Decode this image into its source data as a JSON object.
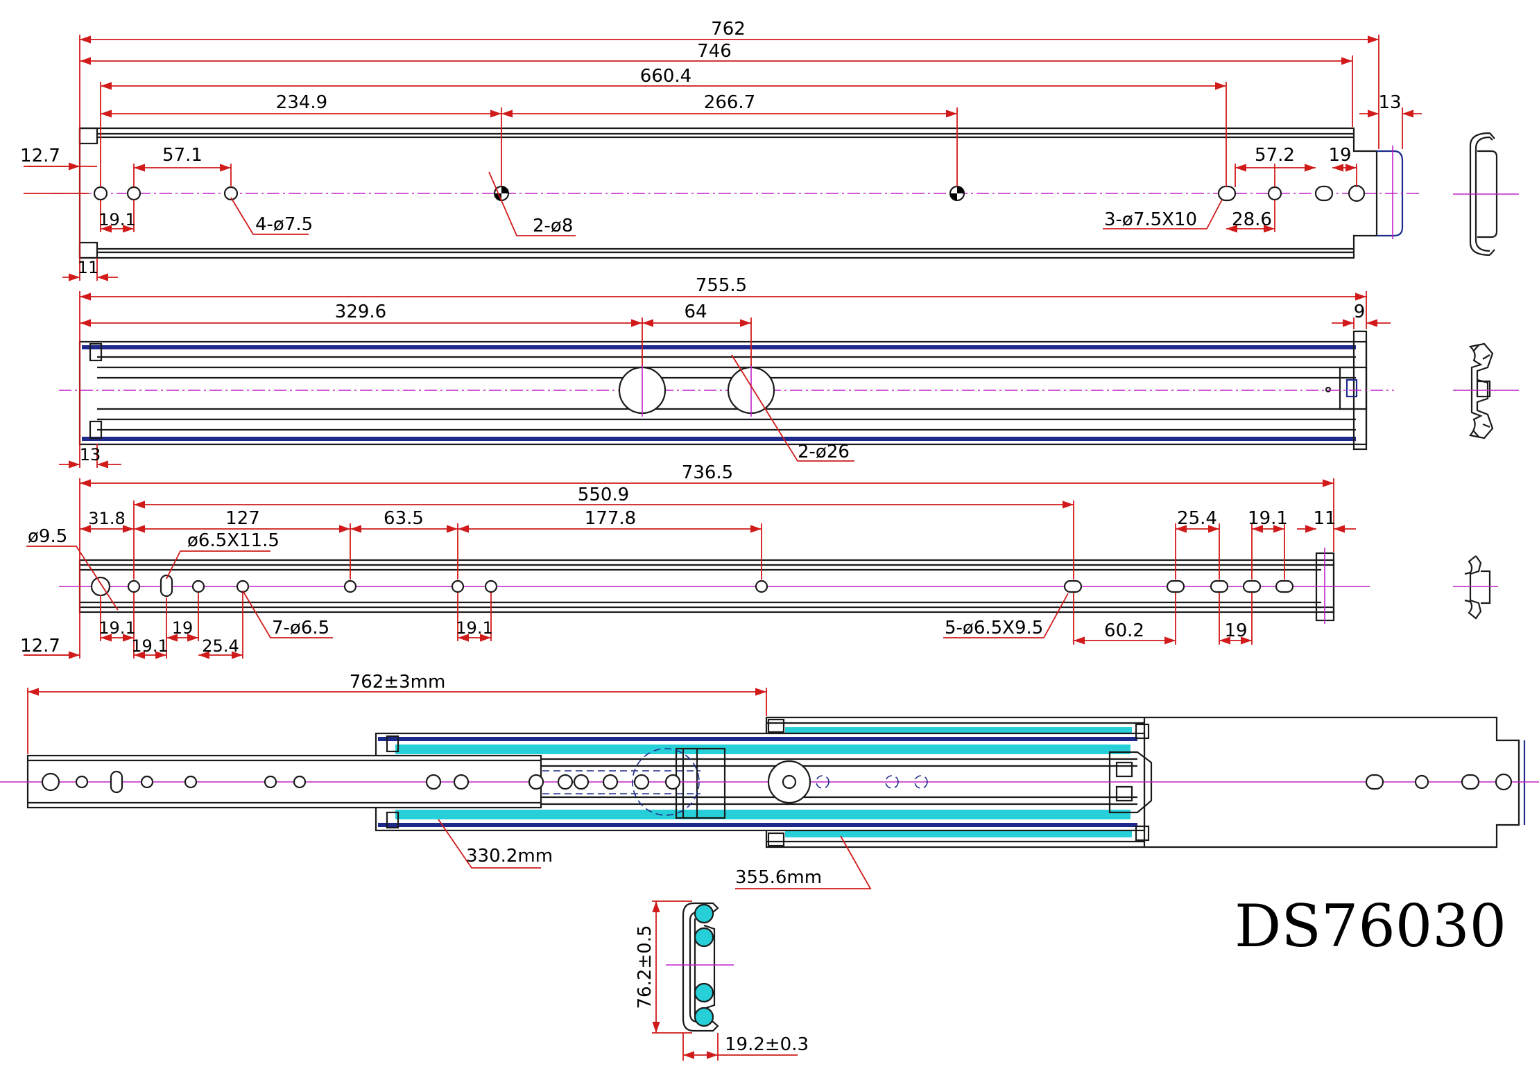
{
  "model": "DS76030",
  "view1": {
    "dims": {
      "d762": "762",
      "d746": "746",
      "d660": "660.4",
      "d234": "234.9",
      "d266": "266.7",
      "d13": "13",
      "d127": "12.7",
      "d571": "57.1",
      "d191": "19.1",
      "d11": "11",
      "d572": "57.2",
      "d19": "19",
      "d286": "28.6"
    },
    "callouts": {
      "c1": "4-ø7.5",
      "c2": "2-ø8",
      "c3": "3-ø7.5X10"
    }
  },
  "view2": {
    "dims": {
      "d7555": "755.5",
      "d3296": "329.6",
      "d64": "64",
      "d9": "9",
      "d13": "13"
    },
    "callouts": {
      "c1": "2-ø26"
    }
  },
  "view3": {
    "dims": {
      "d7365": "736.5",
      "d5509": "550.9",
      "d318": "31.8",
      "d127": "127",
      "d635": "63.5",
      "d1778": "177.8",
      "d254a": "25.4",
      "d191a": "19.1",
      "d11": "11",
      "d191b": "19.1",
      "d191c": "19.1",
      "d19": "19",
      "d254b": "25.4",
      "d191d": "19.1",
      "d602": "60.2",
      "d19b": "19",
      "d127b": "12.7"
    },
    "callouts": {
      "c1": "ø9.5",
      "c2": "ø6.5X11.5",
      "c3": "7-ø6.5",
      "c4": "5-ø6.5X9.5"
    }
  },
  "assembly": {
    "dims": {
      "overall": "762±3mm",
      "inner": "330.2mm",
      "middle": "355.6mm"
    }
  },
  "section": {
    "dims": {
      "height": "76.2±0.5",
      "width": "19.2±0.3"
    }
  }
}
